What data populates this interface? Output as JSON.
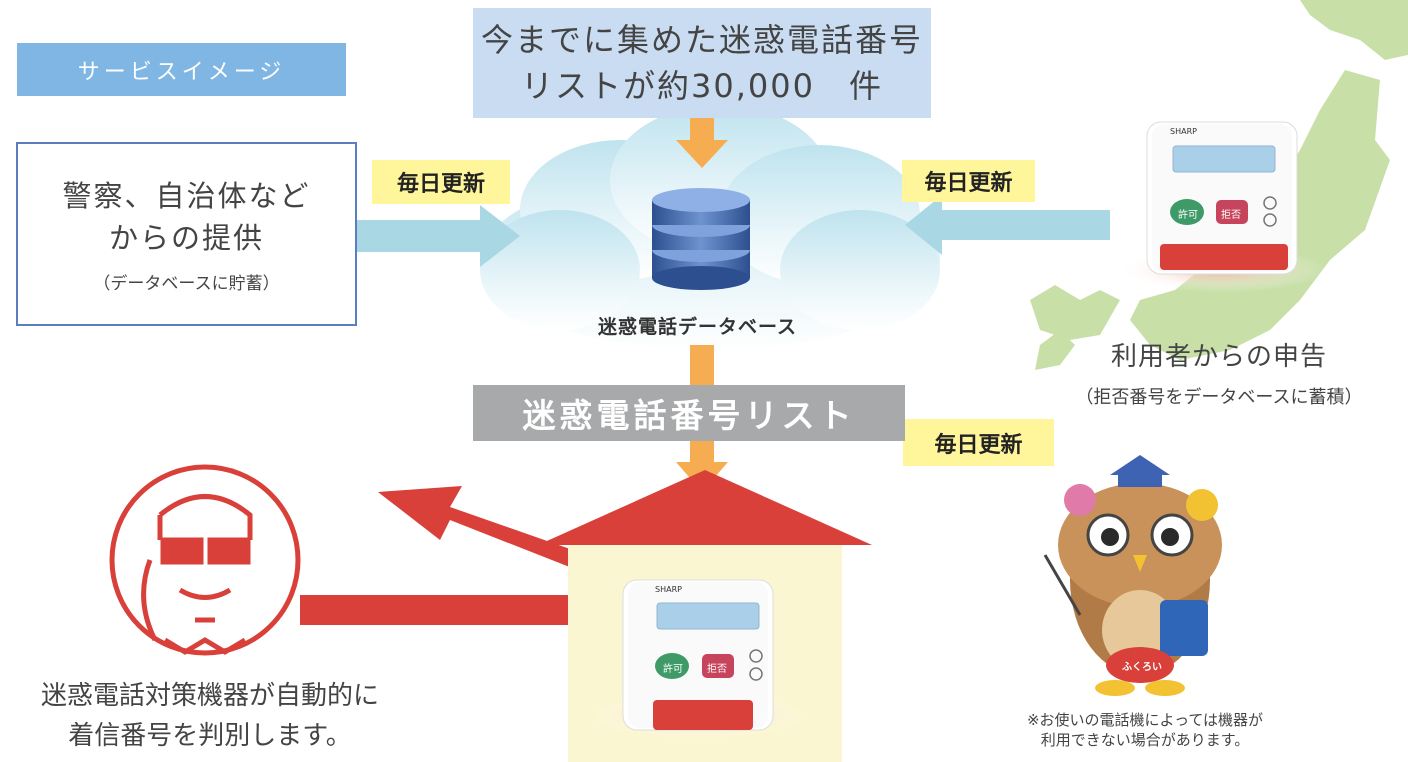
{
  "service_label": "サービスイメージ",
  "top_box": {
    "line1": "今までに集めた迷惑電話番号",
    "line2": "リストが約30,000　件"
  },
  "source_box": {
    "line1": "警察、自治体など",
    "line2": "からの提供",
    "line3": "（データベースに貯蓄）"
  },
  "update_labels": {
    "left": "毎日更新",
    "right": "毎日更新",
    "bottom": "毎日更新"
  },
  "database_caption": "迷惑電話データベース",
  "list_bar": "迷惑電話番号リスト",
  "users_report": {
    "line1": "利用者からの申告",
    "line2": "（拒否番号をデータベースに蓄積）"
  },
  "device": {
    "brand": "SHARP",
    "allow": "許可",
    "reject": "拒否"
  },
  "mascot_badge": "ふくろい",
  "bottom_text": {
    "line1": "迷惑電話対策機器が自動的に",
    "line2": "着信番号を判別します。"
  },
  "note": {
    "line1": "※お使いの電話機によっては機器が",
    "line2": "利用できない場合があります。"
  },
  "colors": {
    "arrow_orange": "#f6ad52",
    "arrow_blue": "#a9d8e4",
    "red": "#d9403a",
    "map_green": "#c8e0a8"
  }
}
